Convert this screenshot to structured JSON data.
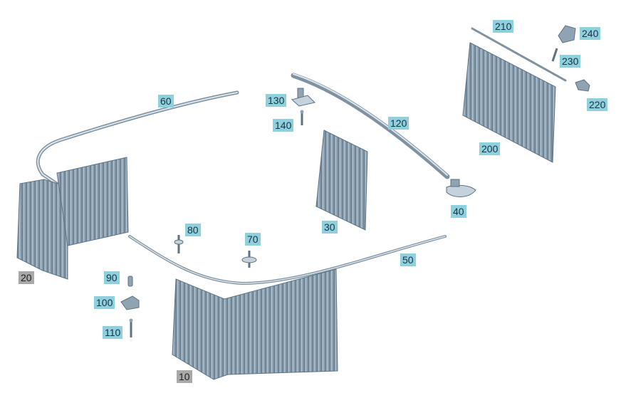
{
  "callouts": {
    "c10": {
      "text": "10",
      "style": "grey"
    },
    "c20": {
      "text": "20",
      "style": "grey"
    },
    "c30": {
      "text": "30",
      "style": "blue"
    },
    "c40": {
      "text": "40",
      "style": "blue"
    },
    "c50": {
      "text": "50",
      "style": "blue"
    },
    "c60": {
      "text": "60",
      "style": "blue"
    },
    "c70": {
      "text": "70",
      "style": "blue"
    },
    "c80": {
      "text": "80",
      "style": "blue"
    },
    "c90": {
      "text": "90",
      "style": "blue"
    },
    "c100": {
      "text": "100",
      "style": "blue"
    },
    "c110": {
      "text": "110",
      "style": "blue"
    },
    "c120": {
      "text": "120",
      "style": "blue"
    },
    "c130": {
      "text": "130",
      "style": "blue"
    },
    "c140": {
      "text": "140",
      "style": "blue"
    },
    "c200": {
      "text": "200",
      "style": "blue"
    },
    "c210": {
      "text": "210",
      "style": "blue"
    },
    "c220": {
      "text": "220",
      "style": "blue"
    },
    "c230": {
      "text": "230",
      "style": "blue"
    },
    "c240": {
      "text": "240",
      "style": "blue"
    }
  },
  "colors": {
    "part_fill": "#8fa3b3",
    "part_dark": "#5d7282",
    "part_light": "#c6d2db",
    "label_blue": "#8fd0de",
    "label_grey": "#a8a8a8"
  }
}
